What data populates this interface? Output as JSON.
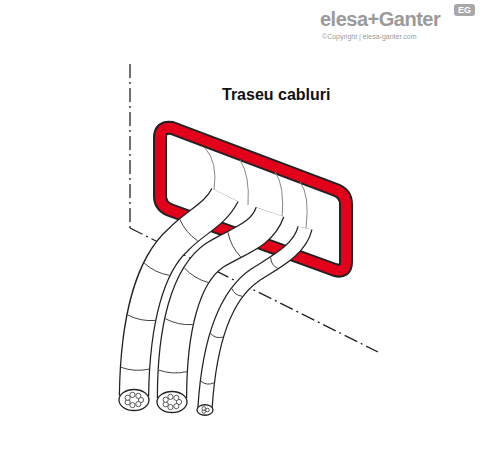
{
  "diagram": {
    "title": "Traseu cabluri",
    "labels": [
      "elesa+Ganter",
      "EG",
      "©Copyright | elesa-ganter.com"
    ]
  }
}
